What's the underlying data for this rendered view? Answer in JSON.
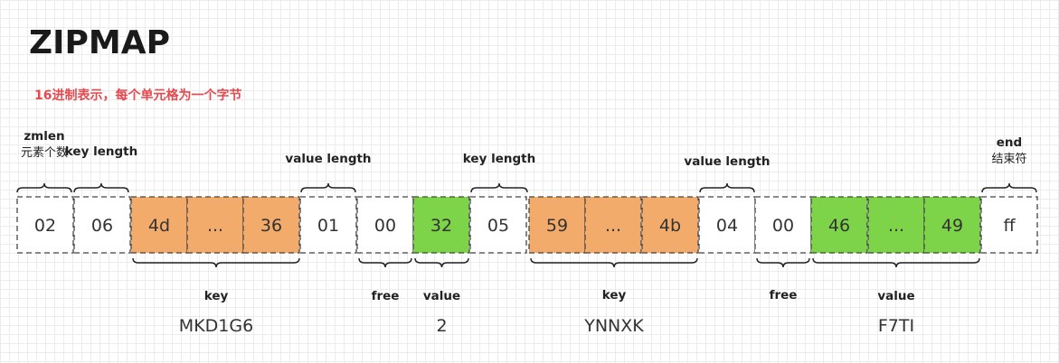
{
  "title": "ZIPMAP",
  "subtitle": "16进制表示，每个单元格为一个字节",
  "colors": {
    "orange": "#f2ab6b",
    "green": "#7ed448",
    "white": "#ffffff",
    "accent_red": "#e5484d"
  },
  "cells": [
    {
      "text": "02",
      "fill": "white"
    },
    {
      "text": "06",
      "fill": "white"
    },
    {
      "text": "4d",
      "fill": "orange"
    },
    {
      "text": "...",
      "fill": "orange"
    },
    {
      "text": "36",
      "fill": "orange"
    },
    {
      "text": "01",
      "fill": "white"
    },
    {
      "text": "00",
      "fill": "white"
    },
    {
      "text": "32",
      "fill": "green"
    },
    {
      "text": "05",
      "fill": "white"
    },
    {
      "text": "59",
      "fill": "orange"
    },
    {
      "text": "...",
      "fill": "orange"
    },
    {
      "text": "4b",
      "fill": "orange"
    },
    {
      "text": "04",
      "fill": "white"
    },
    {
      "text": "00",
      "fill": "white"
    },
    {
      "text": "46",
      "fill": "green"
    },
    {
      "text": "...",
      "fill": "green"
    },
    {
      "text": "49",
      "fill": "green"
    },
    {
      "text": "ff",
      "fill": "white"
    }
  ],
  "top_labels": [
    {
      "lines": [
        "zmlen",
        "元素个数"
      ]
    },
    {
      "lines": [
        "key length"
      ]
    },
    {
      "lines": [
        "value length"
      ]
    },
    {
      "lines": [
        "key length"
      ]
    },
    {
      "lines": [
        "value length"
      ]
    },
    {
      "lines": [
        "end",
        "结束符"
      ]
    }
  ],
  "bottom_labels": [
    {
      "label": "key",
      "decoded": "MKD1G6"
    },
    {
      "label": "free",
      "decoded": ""
    },
    {
      "label": "value",
      "decoded": "2"
    },
    {
      "label": "key",
      "decoded": "YNNXK"
    },
    {
      "label": "free",
      "decoded": ""
    },
    {
      "label": "value",
      "decoded": "F7TI"
    }
  ]
}
